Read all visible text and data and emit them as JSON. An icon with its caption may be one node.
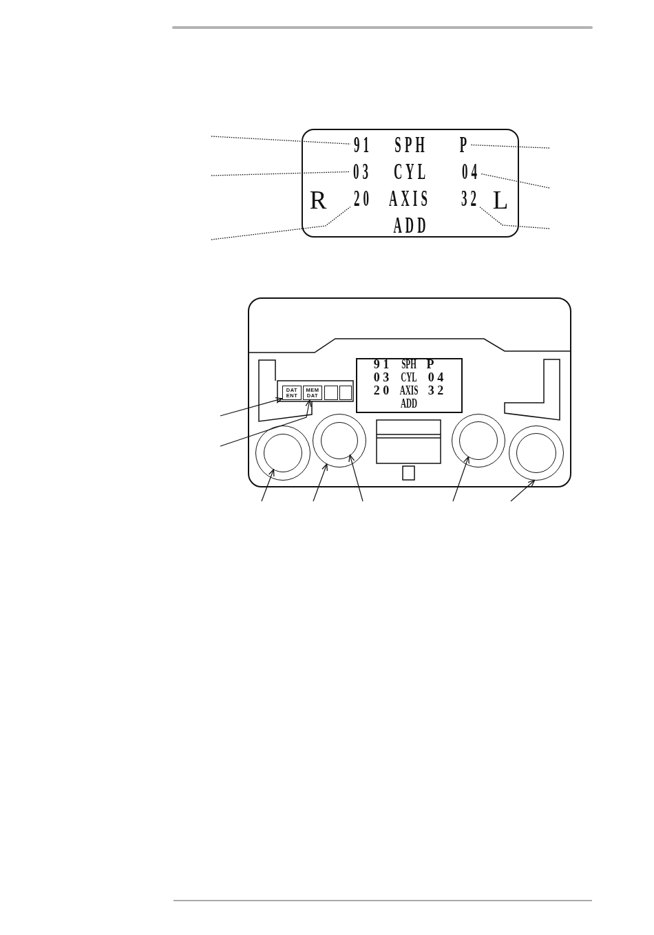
{
  "diagram": {
    "nodes": [
      {
        "text": [
          "SPH",
          "CYL",
          "R",
          "AXIS",
          "L",
          "ADD"
        ]
      },
      {
        "text": [
          "91"
        ],
        "in": 0
      },
      {
        "text": [
          "P"
        ],
        "in": 0
      },
      {
        "text": [
          "03"
        ],
        "in": 0
      },
      {
        "text": [
          "04"
        ],
        "in": 0
      },
      {
        "text": [
          "20"
        ],
        "in": 0
      },
      {
        "text": [
          "32"
        ],
        "in": 0
      },
      {
        "text": [],
        "shape": "box"
      },
      {
        "text": [
          "9 1",
          "SPH",
          "P",
          "0 3",
          "CYL",
          "0 4",
          "2 0",
          "AXIS",
          "3 2",
          "ADD"
        ],
        "in": 7
      },
      {
        "text": [
          "DAT ENT"
        ],
        "in": 7
      },
      {
        "text": [
          "MEM DAT"
        ],
        "in": 7
      },
      {
        "text": [],
        "shape": "box",
        "in": 7
      },
      {
        "text": [],
        "shape": "box",
        "in": 7
      },
      {
        "text": [],
        "shape": "circle",
        "in": 7
      },
      {
        "text": [],
        "shape": "circle",
        "in": 13
      },
      {
        "text": [],
        "shape": "circle",
        "in": 7
      },
      {
        "text": [],
        "shape": "circle",
        "in": 15
      },
      {
        "text": [],
        "shape": "circle",
        "in": 7
      },
      {
        "text": [],
        "shape": "circle",
        "in": 17
      },
      {
        "text": [],
        "shape": "circle",
        "in": 7
      },
      {
        "text": [],
        "shape": "circle",
        "in": 19
      }
    ],
    "edges": [
      {
        "from": null,
        "to": 1,
        "arrow": "none",
        "style": "dashed"
      },
      {
        "from": null,
        "to": 3,
        "arrow": "none",
        "style": "dashed"
      },
      {
        "from": null,
        "to": 5,
        "arrow": "none",
        "style": "dashed"
      },
      {
        "from": null,
        "to": 2,
        "arrow": "none",
        "style": "dashed"
      },
      {
        "from": null,
        "to": 4,
        "arrow": "none",
        "style": "dashed"
      },
      {
        "from": null,
        "to": 6,
        "arrow": "none",
        "style": "dashed"
      },
      {
        "from": null,
        "to": 9,
        "arrow": "to"
      },
      {
        "from": null,
        "to": 10,
        "arrow": "to"
      },
      {
        "from": null,
        "to": 14,
        "arrow": "to"
      },
      {
        "from": null,
        "to": 15,
        "arrow": "to"
      },
      {
        "from": null,
        "to": 16,
        "arrow": "to"
      },
      {
        "from": null,
        "to": 18,
        "arrow": "to"
      },
      {
        "from": null,
        "to": 19,
        "arrow": "to"
      }
    ]
  }
}
